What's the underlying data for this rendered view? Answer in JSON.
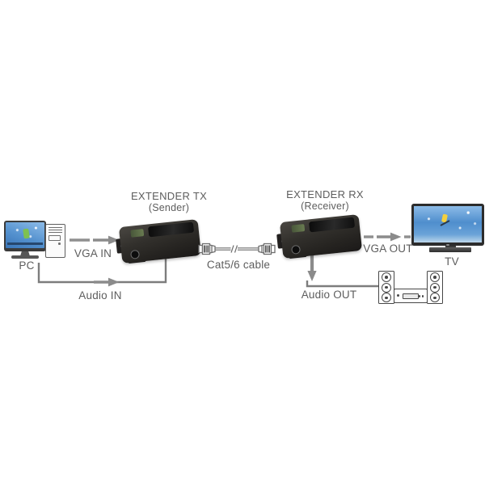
{
  "diagram": {
    "pc": {
      "label": "PC"
    },
    "extender_tx": {
      "title": "EXTENDER TX",
      "subtitle": "(Sender)"
    },
    "extender_rx": {
      "title": "EXTENDER RX",
      "subtitle": "(Receiver)"
    },
    "tv": {
      "label": "TV"
    },
    "connections": {
      "vga_in": "VGA IN",
      "audio_in": "Audio IN",
      "cable": "Cat5/6 cable",
      "vga_out": "VGA OUT",
      "audio_out": "Audio OUT"
    },
    "icons": {
      "pc": "desktop-computer-icon",
      "tv": "flat-screen-tv-icon",
      "audio_system": "stereo-speakers-icon",
      "cable": "rj45-cable-icon"
    },
    "colors": {
      "background": "#ffffff",
      "line_gray": "#8f8f8f",
      "label_text": "#5d5d5d",
      "device_dark": "#2b2926",
      "device_label_green": "#6d8153",
      "screen_blue": "#4f8ecd"
    }
  }
}
